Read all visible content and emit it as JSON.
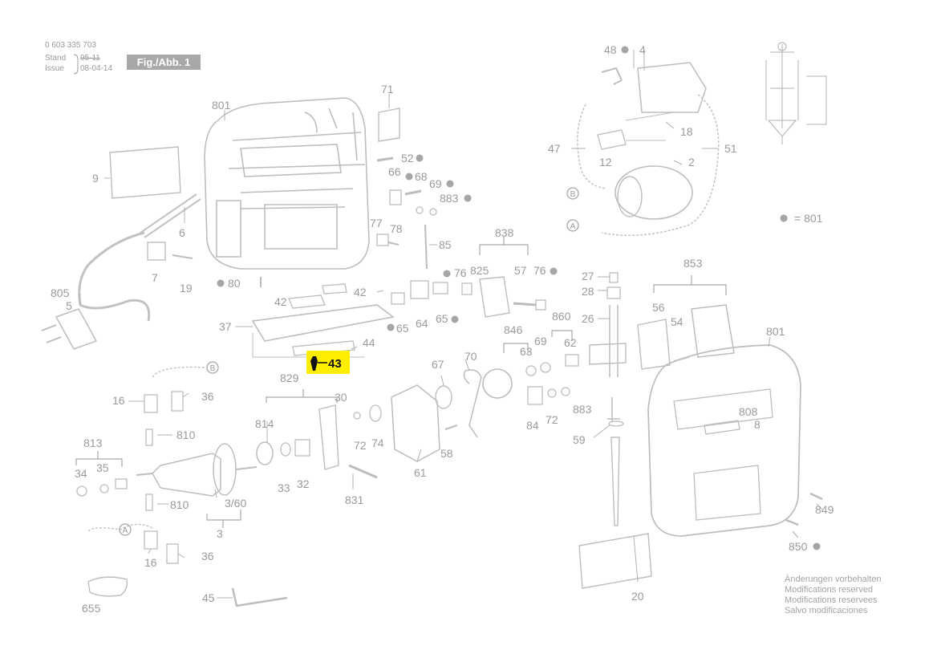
{
  "header": {
    "part_number": "0 603 335 703",
    "stand_label": "Stand",
    "stand_value": "95-11",
    "issue_label": "Issue",
    "issue_value": "08-04-14",
    "figure_label": "Fig./Abb. 1"
  },
  "legend": {
    "text": "= 801"
  },
  "highlight": {
    "label": "43",
    "color": "#ffee00"
  },
  "notes": [
    "Änderungen vorbehalten",
    "Modifications reserved",
    "Modifications reservees",
    "Salvo modificaciones"
  ],
  "labels": [
    {
      "id": "l801a",
      "text": "801"
    },
    {
      "id": "l71",
      "text": "71"
    },
    {
      "id": "l9",
      "text": "9"
    },
    {
      "id": "l52",
      "text": "52"
    },
    {
      "id": "l66",
      "text": "66"
    },
    {
      "id": "l68",
      "text": "68"
    },
    {
      "id": "l69a",
      "text": "69"
    },
    {
      "id": "l883a",
      "text": "883"
    },
    {
      "id": "l6",
      "text": "6"
    },
    {
      "id": "l77",
      "text": "77"
    },
    {
      "id": "l78",
      "text": "78"
    },
    {
      "id": "l85",
      "text": "85"
    },
    {
      "id": "l7",
      "text": "7"
    },
    {
      "id": "l19",
      "text": "19"
    },
    {
      "id": "l80",
      "text": "80"
    },
    {
      "id": "l805",
      "text": "805"
    },
    {
      "id": "l5",
      "text": "5"
    },
    {
      "id": "l42a",
      "text": "42"
    },
    {
      "id": "l42b",
      "text": "42"
    },
    {
      "id": "l37",
      "text": "37"
    },
    {
      "id": "l44",
      "text": "44"
    },
    {
      "id": "l65a",
      "text": "65"
    },
    {
      "id": "l64",
      "text": "64"
    },
    {
      "id": "l65b",
      "text": "65"
    },
    {
      "id": "l838",
      "text": "838"
    },
    {
      "id": "l825",
      "text": "825"
    },
    {
      "id": "l57",
      "text": "57"
    },
    {
      "id": "l76a",
      "text": "76"
    },
    {
      "id": "l76b",
      "text": "76"
    },
    {
      "id": "l48",
      "text": "48"
    },
    {
      "id": "l4",
      "text": "4"
    },
    {
      "id": "l18",
      "text": "18"
    },
    {
      "id": "l47",
      "text": "47"
    },
    {
      "id": "l51",
      "text": "51"
    },
    {
      "id": "l12",
      "text": "12"
    },
    {
      "id": "l2",
      "text": "2"
    },
    {
      "id": "l27",
      "text": "27"
    },
    {
      "id": "l28",
      "text": "28"
    },
    {
      "id": "l26",
      "text": "26"
    },
    {
      "id": "l853",
      "text": "853"
    },
    {
      "id": "l56",
      "text": "56"
    },
    {
      "id": "l54",
      "text": "54"
    },
    {
      "id": "l801b",
      "text": "801"
    },
    {
      "id": "l860",
      "text": "860"
    },
    {
      "id": "l846",
      "text": "846"
    },
    {
      "id": "l63",
      "text": "63"
    },
    {
      "id": "l69b",
      "text": "69"
    },
    {
      "id": "l62",
      "text": "62"
    },
    {
      "id": "l67",
      "text": "67"
    },
    {
      "id": "l70",
      "text": "70"
    },
    {
      "id": "l829",
      "text": "829"
    },
    {
      "id": "l30",
      "text": "30"
    },
    {
      "id": "l814",
      "text": "814"
    },
    {
      "id": "l72a",
      "text": "72"
    },
    {
      "id": "l74",
      "text": "74"
    },
    {
      "id": "l61",
      "text": "61"
    },
    {
      "id": "l58",
      "text": "58"
    },
    {
      "id": "l84",
      "text": "84"
    },
    {
      "id": "l72b",
      "text": "72"
    },
    {
      "id": "l883b",
      "text": "883"
    },
    {
      "id": "l59",
      "text": "59"
    },
    {
      "id": "l808",
      "text": "808"
    },
    {
      "id": "l8",
      "text": "8"
    },
    {
      "id": "l16a",
      "text": "16"
    },
    {
      "id": "l36a",
      "text": "36"
    },
    {
      "id": "l810a",
      "text": "810"
    },
    {
      "id": "l813",
      "text": "813"
    },
    {
      "id": "l34",
      "text": "34"
    },
    {
      "id": "l35",
      "text": "35"
    },
    {
      "id": "l33",
      "text": "33"
    },
    {
      "id": "l32",
      "text": "32"
    },
    {
      "id": "l831",
      "text": "831"
    },
    {
      "id": "l360",
      "text": "3/60"
    },
    {
      "id": "l3",
      "text": "3"
    },
    {
      "id": "l810b",
      "text": "810"
    },
    {
      "id": "l16b",
      "text": "16"
    },
    {
      "id": "l36b",
      "text": "36"
    },
    {
      "id": "l655",
      "text": "655"
    },
    {
      "id": "l45",
      "text": "45"
    },
    {
      "id": "l20",
      "text": "20"
    },
    {
      "id": "l849",
      "text": "849"
    },
    {
      "id": "l850",
      "text": "850"
    }
  ],
  "connectors": [
    {
      "id": "cA1",
      "text": "A"
    },
    {
      "id": "cB1",
      "text": "B"
    },
    {
      "id": "cB2",
      "text": "B"
    },
    {
      "id": "cA2",
      "text": "A"
    }
  ]
}
